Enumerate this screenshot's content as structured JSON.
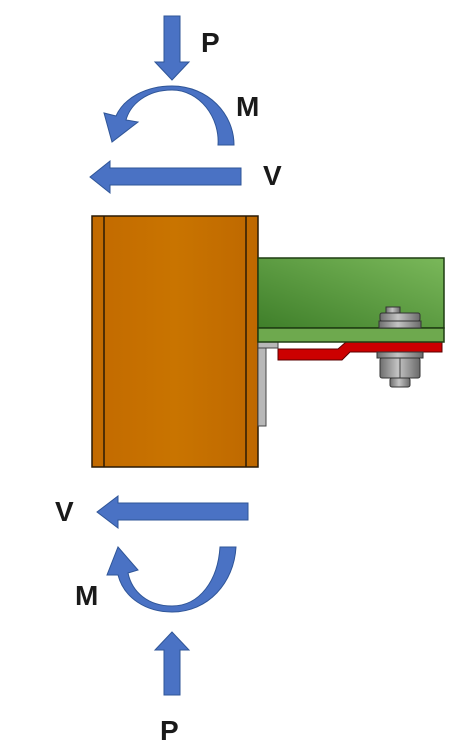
{
  "labels": {
    "top_axial": "P",
    "top_moment": "M",
    "top_shear": "V",
    "bottom_shear": "V",
    "bottom_moment": "M",
    "bottom_axial": "P"
  },
  "colors": {
    "arrow_fill": "#4a72c4",
    "arrow_stroke": "#2f5597",
    "column_fill": "#c46e00",
    "column_edge": "#2a1a05",
    "beam_fill": "#5e9c40",
    "beam_edge": "#1f3d12",
    "plate_red": "#cc0000",
    "angle_gray": "#b8b8b8",
    "bolt_gray": "#9a9a9a"
  },
  "icons": {
    "axial_force": "straight-arrow",
    "moment": "curved-arrow",
    "shear": "straight-arrow",
    "bolt": "hex-bolt"
  }
}
